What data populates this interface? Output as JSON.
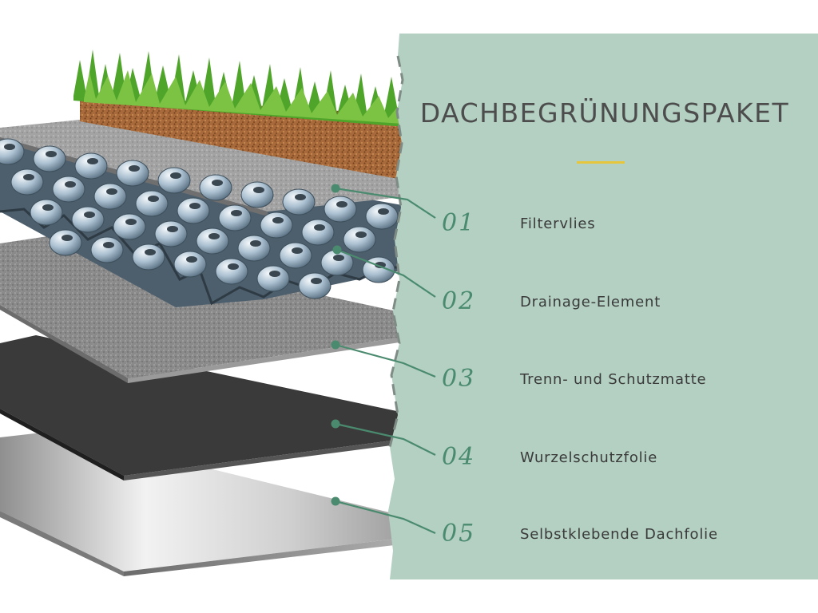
{
  "panel": {
    "title": "DACHBEGRÜNUNGSPAKET",
    "background_color": "#b3d0c2",
    "accent_color": "#e5c63c",
    "number_color": "#4a8a6e"
  },
  "layers": [
    {
      "number": "01",
      "name": "Filtervlies"
    },
    {
      "number": "02",
      "name": "Drainage-Element"
    },
    {
      "number": "03",
      "name": "Trenn- und Schutzmatte"
    },
    {
      "number": "04",
      "name": "Wurzelschutzfolie"
    },
    {
      "number": "05",
      "name": "Selbstklebende Dachfolie"
    }
  ]
}
